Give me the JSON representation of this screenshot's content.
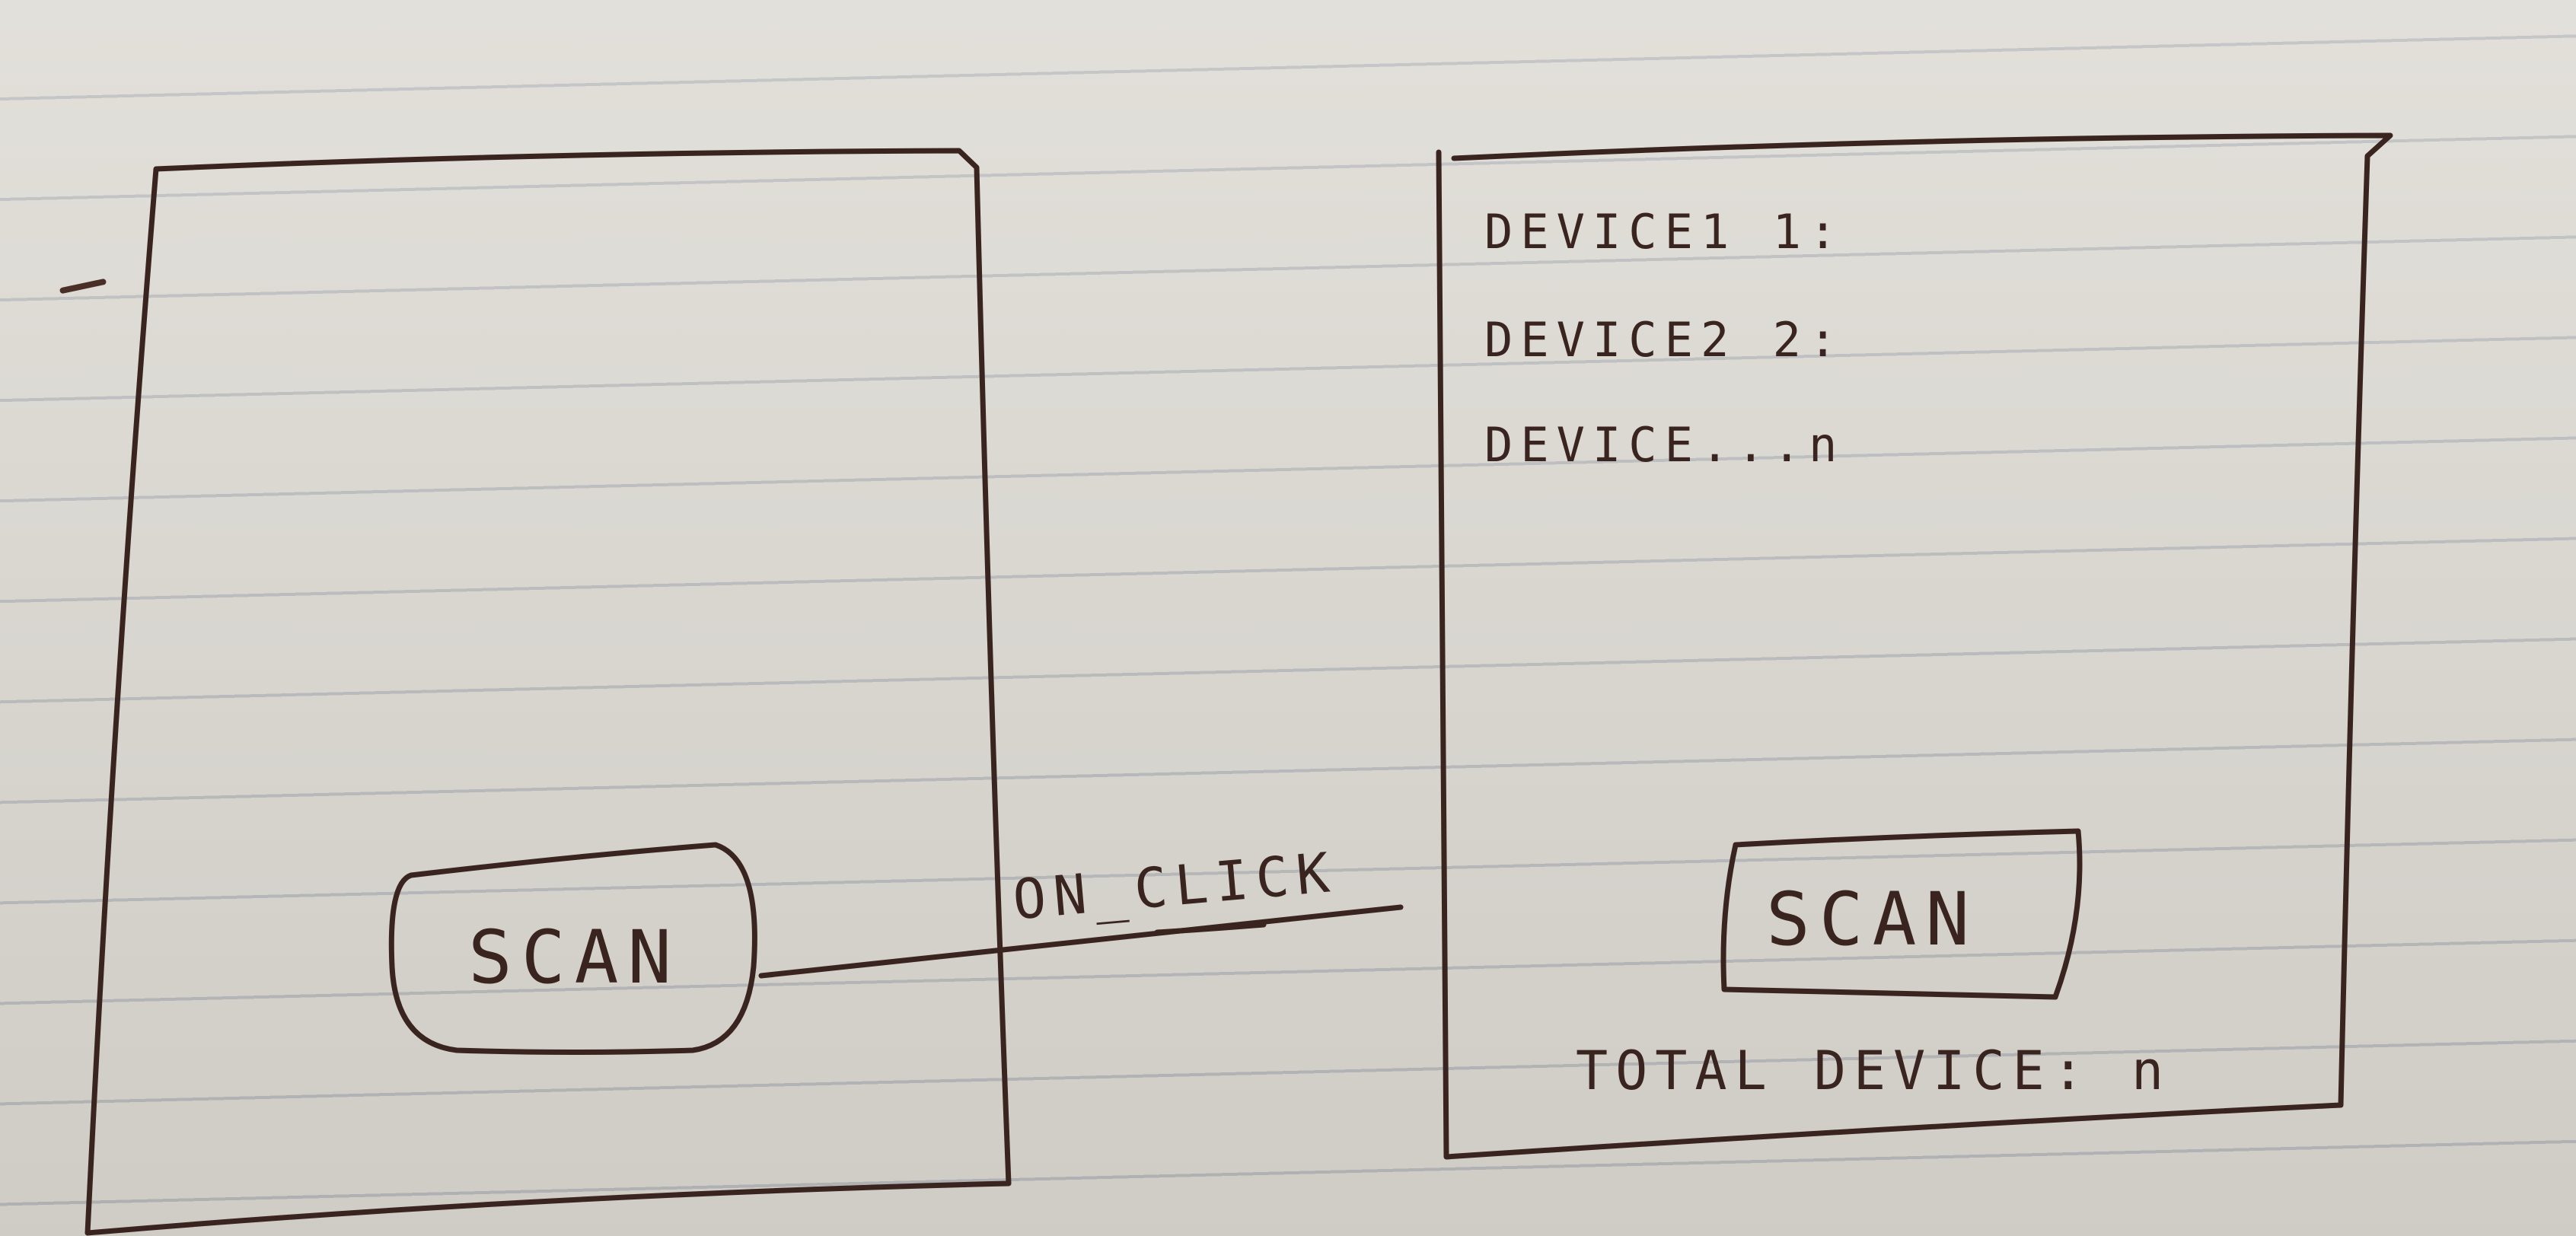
{
  "left_screen": {
    "scan_label": "SCAN"
  },
  "connector": {
    "label": "ON_CLICK"
  },
  "right_screen": {
    "device_list": [
      "DEVICE1 1:",
      "DEVICE2 2:",
      "DEVICE...n"
    ],
    "scan_label": "SCAN",
    "total_label": "TOTAL DEVICE: n"
  },
  "colors": {
    "ink": "#3a2420",
    "paper": "#dcd9d2",
    "rule_line": "#7f8aa0"
  }
}
